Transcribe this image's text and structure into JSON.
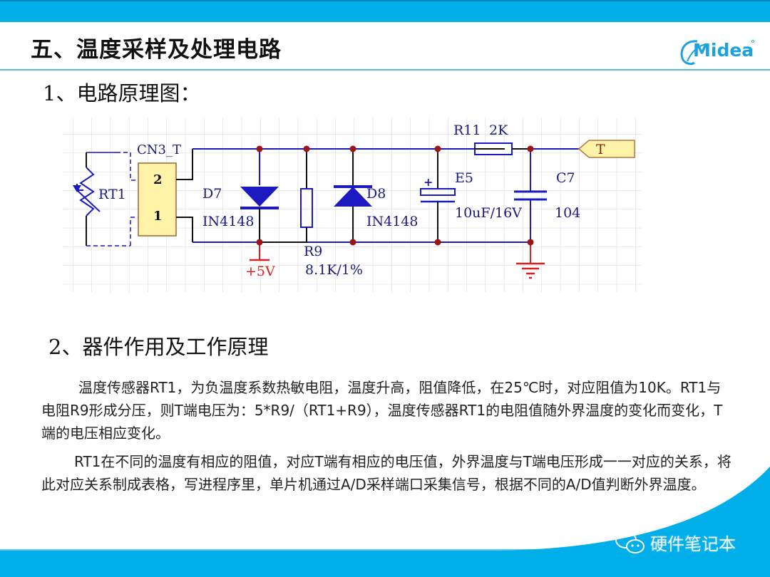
{
  "slide": {
    "title": "五、温度采样及处理电路",
    "brand_logo": "Midea",
    "colors": {
      "accent_blue": "#00aeea",
      "wire_blue": "#1010c8",
      "node_red": "#9c1414",
      "power_red": "#e02020",
      "component_fill": "#fff3a8"
    }
  },
  "section1": {
    "heading": "1、电路原理图：",
    "schematic": {
      "labels": {
        "rt1": "RT1",
        "connector": "CN3_T",
        "pin2": "2",
        "pin1": "1",
        "d7": "D7",
        "d7_part": "IN4148",
        "r9": "R9",
        "r9_value": "8.1K/1%",
        "d8": "D8",
        "d8_part": "IN4148",
        "e5": "E5",
        "e5_value": "10uF/16V",
        "e5_polarity": "+",
        "r11": "R11",
        "r11_value": "2K",
        "c7": "C7",
        "c7_value": "104",
        "port_t": "T",
        "power": "+5V"
      }
    }
  },
  "section2": {
    "heading": "2、器件作用及工作原理",
    "paragraphs": [
      "温度传感器RT1，为负温度系数热敏电阻，温度升高，阻值降低，在25℃时，对应阻值为10K。RT1与电阻R9形成分压，则T端电压为：5*R9/（RT1+R9），温度传感器RT1的电阻值随外界温度的变化而变化，T端的电压相应变化。",
      "RT1在不同的温度有相应的阻值，对应T端有相应的电压值，外界温度与T端电压形成一一对应的关系，将此对应关系制成表格，写进程序里，单片机通过A/D采样端口采集信号，根据不同的A/D值判断外界温度。"
    ]
  },
  "watermark": {
    "icon": "wechat-icon",
    "text": "硬件笔记本"
  }
}
